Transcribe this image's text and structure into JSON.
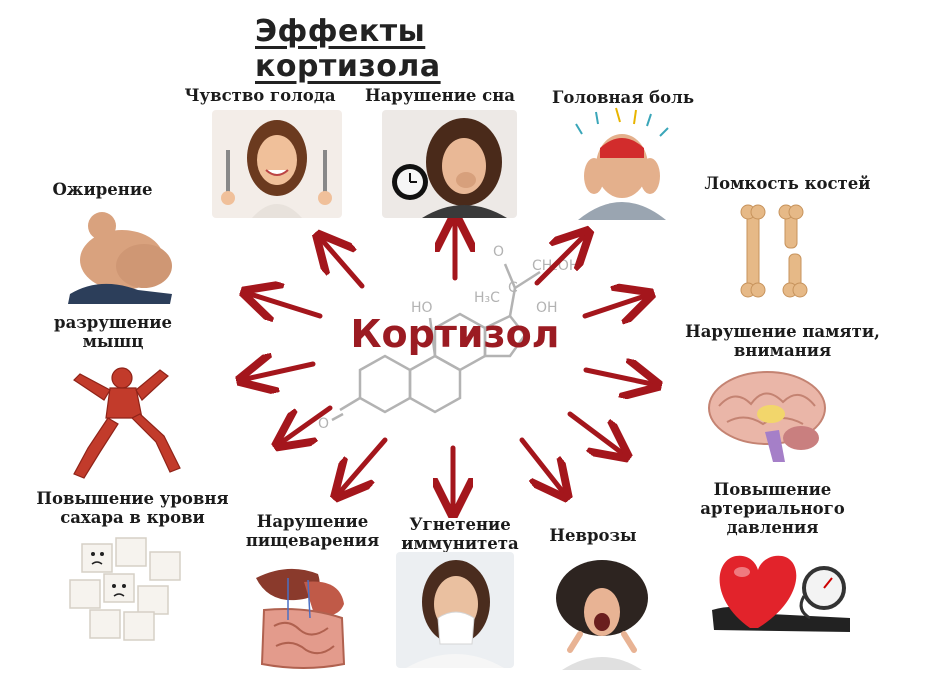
{
  "title": "Эффекты кортизола",
  "center_label": "Кортизол",
  "molecule": {
    "ch2oh": "CH₂OH",
    "c_atom": "C",
    "ch3": "H₃C",
    "oh_left": "HO",
    "oh_right": "OH",
    "o_top": "O",
    "o_bottom": "O"
  },
  "effects": {
    "hunger": "Чувство голода",
    "sleep": "Нарушение сна",
    "headache": "Головная боль",
    "obesity": "Ожирение",
    "bones": "Ломкость костей",
    "muscle": "разрушение мышц",
    "memory": "Нарушение памяти, внимания",
    "sugar": "Повышение уровня сахара в крови",
    "digestion": "Нарушение пищеварения",
    "immunity": "Угнетение иммунитета",
    "neuroses": "Неврозы",
    "pressure": "Повышение артериального давления"
  },
  "colors": {
    "arrow": "#a4161c",
    "center": "#9b1b22",
    "molecule": "#b3b3b3"
  }
}
